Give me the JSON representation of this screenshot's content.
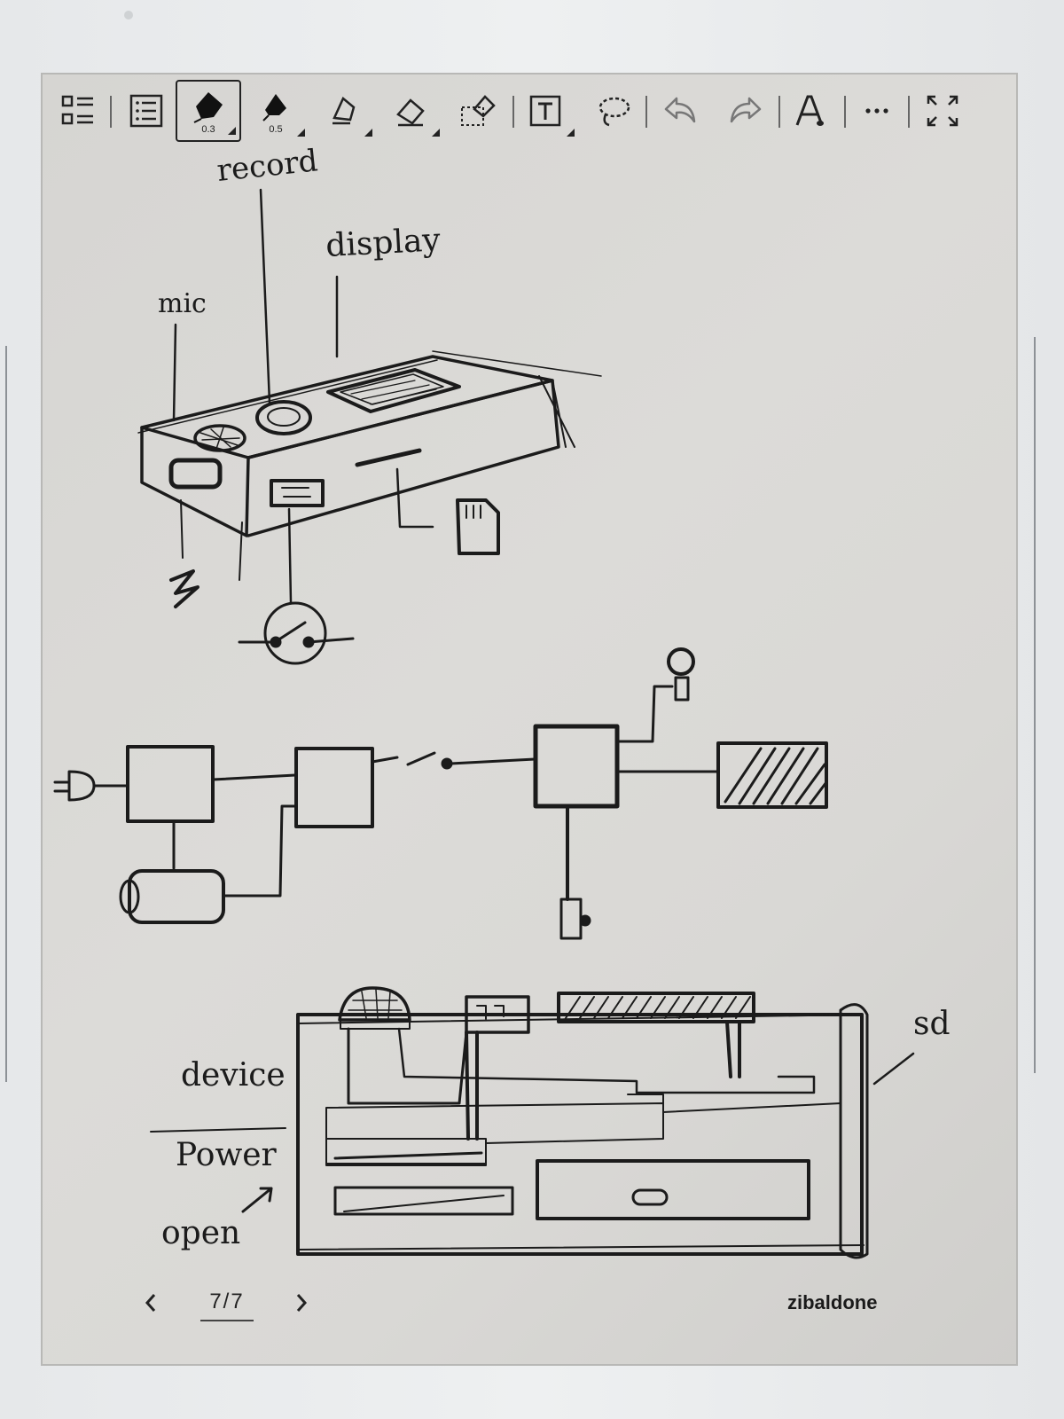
{
  "toolbar": {
    "tools": [
      {
        "name": "thumbnail-view",
        "icon": "grid-list-icon"
      },
      {
        "name": "toc",
        "icon": "list-icon"
      },
      {
        "name": "pen-active",
        "icon": "fountain-pen-icon",
        "size": "0.3",
        "active": true
      },
      {
        "name": "pen-2",
        "icon": "brush-pen-icon",
        "size": "0.5"
      },
      {
        "name": "highlighter",
        "icon": "highlighter-icon"
      },
      {
        "name": "eraser",
        "icon": "eraser-icon"
      },
      {
        "name": "area-eraser",
        "icon": "area-eraser-icon"
      },
      {
        "name": "text-box",
        "icon": "text-box-icon"
      },
      {
        "name": "lasso",
        "icon": "lasso-icon"
      },
      {
        "name": "undo",
        "icon": "undo-icon"
      },
      {
        "name": "redo",
        "icon": "redo-icon"
      },
      {
        "name": "text-format",
        "icon": "font-icon"
      },
      {
        "name": "more",
        "icon": "more-icon"
      },
      {
        "name": "fullscreen",
        "icon": "expand-icon"
      }
    ]
  },
  "sketch": {
    "labels": {
      "record": "record",
      "display": "display",
      "mic": "mic",
      "device": "device",
      "power": "Power",
      "open": "open",
      "sd": "sd"
    }
  },
  "footer": {
    "page": "7/7",
    "notebook": "zibaldone"
  }
}
